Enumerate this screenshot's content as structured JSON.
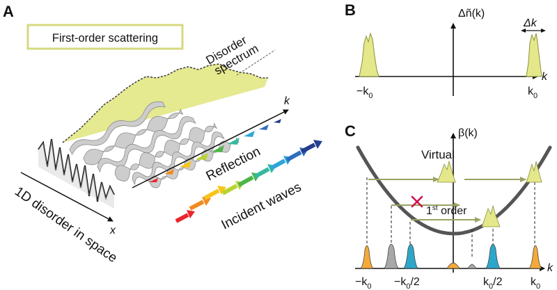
{
  "colors": {
    "accent_yellow": "#e4e88a",
    "dark_outline": "#8a8f3a",
    "olive_arrow": "#9aa262",
    "curve_gray": "#555555",
    "cross_red": "#d0104c",
    "orange": "#f4a93a",
    "gray": "#a8a8a8",
    "cyan": "#2ea6c8"
  },
  "panel_a": {
    "label": "A",
    "box_title": "First-order scattering",
    "spectrum_label_1": "Disorder",
    "spectrum_label_2": "spectrum",
    "axis_k": "k",
    "axis_x": "x",
    "reflection": "Reflection",
    "incident": "Incident waves",
    "space_label": "1D disorder in space"
  },
  "panel_b": {
    "label": "B",
    "y_label": "Δñ(k)",
    "x_label": "k",
    "delta_k": "Δk",
    "neg_k0": "−k",
    "neg_k0_sub": "0",
    "pos_k0": "k",
    "pos_k0_sub": "0"
  },
  "panel_c": {
    "label": "C",
    "y_label": "β(k)",
    "x_label": "k",
    "virtual": "Virtual",
    "first": "1",
    "first_sup": "st",
    "first_rest": " order",
    "tick_neg_k0": "−k",
    "tick_neg_k0_sub": "0",
    "tick_neg_half": "−k",
    "tick_neg_half_sub": "0",
    "tick_neg_half_rest": "/2",
    "tick_pos_half": "k",
    "tick_pos_half_sub": "0",
    "tick_pos_half_rest": "/2",
    "tick_pos_k0": "k",
    "tick_pos_k0_sub": "0"
  }
}
